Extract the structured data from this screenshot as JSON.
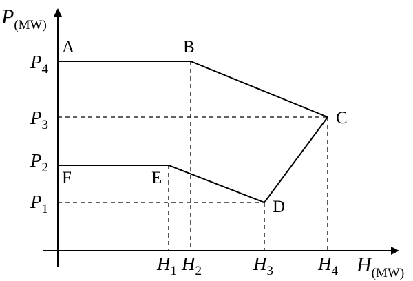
{
  "axes": {
    "y": {
      "symbol": "P",
      "unit": "(MW)"
    },
    "x": {
      "symbol": "H",
      "unit": "(MW)"
    }
  },
  "y_ticks": [
    {
      "symbol": "P",
      "sub": "4"
    },
    {
      "symbol": "P",
      "sub": "3"
    },
    {
      "symbol": "P",
      "sub": "2"
    },
    {
      "symbol": "P",
      "sub": "1"
    }
  ],
  "x_ticks": [
    {
      "symbol": "H",
      "sub": "1"
    },
    {
      "symbol": "H",
      "sub": "2"
    },
    {
      "symbol": "H",
      "sub": "3"
    },
    {
      "symbol": "H",
      "sub": "4"
    }
  ],
  "points": {
    "A": "A",
    "B": "B",
    "C": "C",
    "D": "D",
    "E": "E",
    "F": "F"
  }
}
